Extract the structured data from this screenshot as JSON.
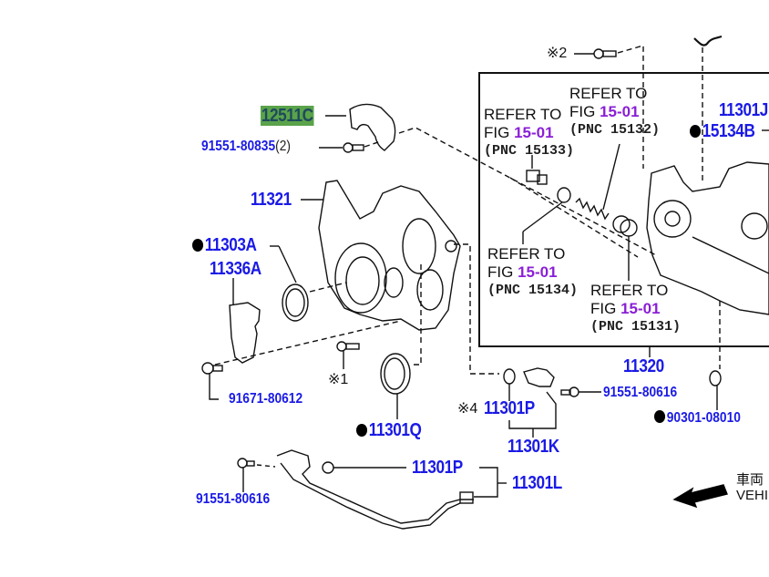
{
  "diagram": {
    "highlight_color": "#5aa34a",
    "part_label_color": "#1a1ae6",
    "fig_ref_color": "#8a1fd6",
    "parts": {
      "p12511C": "12511C",
      "p91551_80835": "91551-80835",
      "p91551_80835_qty": "(2)",
      "p11321": "11321",
      "p11303A": "11303A",
      "p11336A": "11336A",
      "p91671_80612": "91671-80612",
      "p11301Q": "11301Q",
      "p11301P_a": "11301P",
      "p11301K": "11301K",
      "p91551_80616_a": "91551-80616",
      "p90301_08010": "90301-08010",
      "p11320": "11320",
      "p11301J": "11301J",
      "p15134B": "15134B",
      "p11301P_b": "11301P",
      "p11301L": "11301L",
      "p91551_80616_b": "91551-80616"
    },
    "notes": {
      "n1": "※1",
      "n2": "※2",
      "n4": "※4"
    },
    "refs": [
      {
        "line1": "REFER TO",
        "fig_prefix": "FIG ",
        "fig": "15-01",
        "pnc": "(PNC 15133)"
      },
      {
        "line1": "REFER TO",
        "fig_prefix": "FIG ",
        "fig": "15-01",
        "pnc": "(PNC 15132)"
      },
      {
        "line1": "REFER TO",
        "fig_prefix": "FIG ",
        "fig": "15-01",
        "pnc": "(PNC 15134)"
      },
      {
        "line1": "REFER TO",
        "fig_prefix": "FIG ",
        "fig": "15-01",
        "pnc": "(PNC 15131)"
      }
    ],
    "direction": {
      "jp": "車両",
      "en": "VEHI"
    }
  }
}
